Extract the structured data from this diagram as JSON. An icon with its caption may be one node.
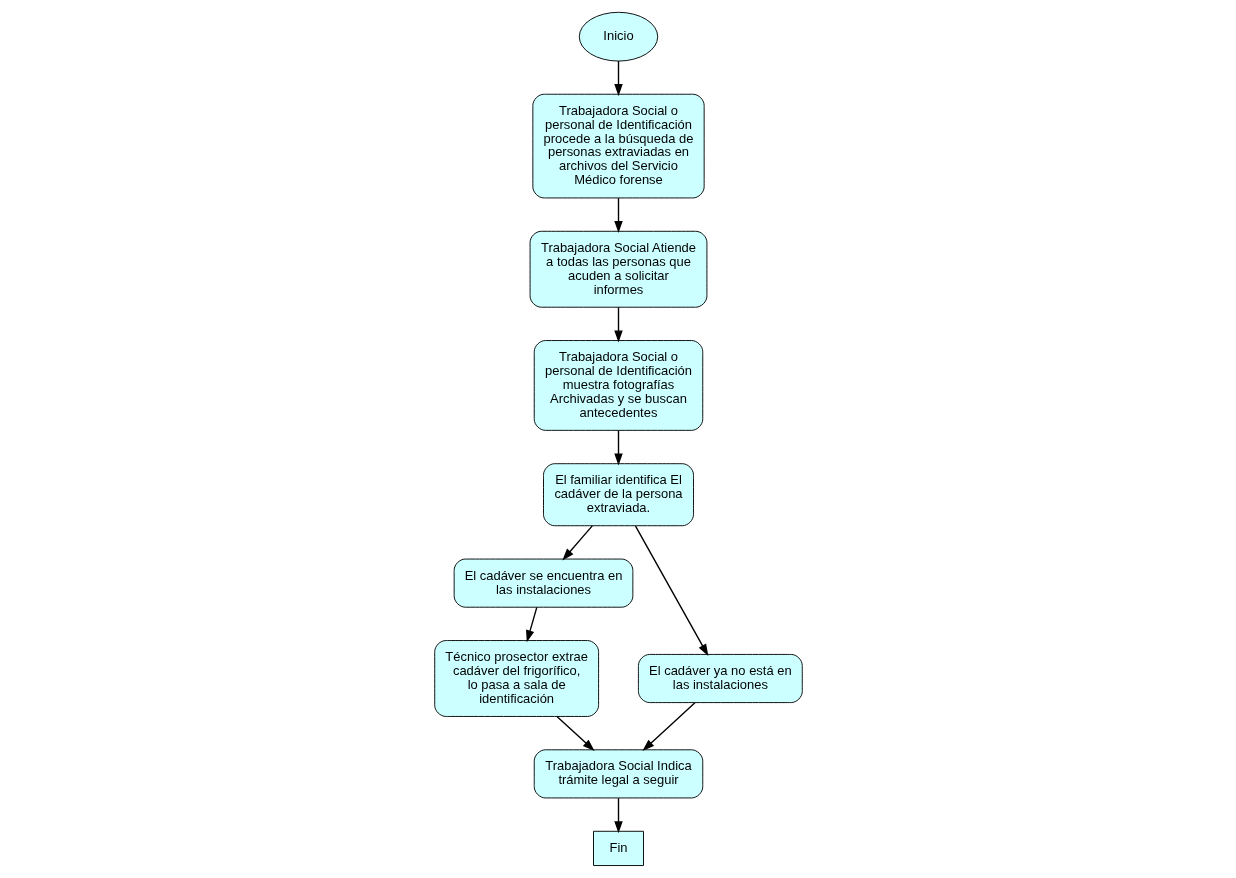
{
  "diagram": {
    "nodes": [
      {
        "text": [
          "Inicio"
        ]
      },
      {
        "text": [
          "Trabajadora Social o personal de Identificación procede a la búsqueda de personas extraviadas en archivos del Servicio Médico forense"
        ]
      },
      {
        "text": [
          "Trabajadora Social Atiende a todas las personas que acuden a solicitar informes"
        ]
      },
      {
        "text": [
          "Trabajadora Social o personal de Identificación muestra fotografías Archivadas y se buscan antecedentes"
        ]
      },
      {
        "text": [
          "El familiar identifica El cadáver de la persona extraviada."
        ]
      },
      {
        "text": [
          "El cadáver se encuentra en las instalaciones"
        ]
      },
      {
        "text": [
          "El cadáver ya no está en las instalaciones"
        ]
      },
      {
        "text": [
          "Técnico prosector extrae cadáver del frigorífico, lo pasa a sala de identificación"
        ]
      },
      {
        "text": [
          "Trabajadora Social Indica trámite legal a seguir"
        ]
      },
      {
        "text": [
          "Fin"
        ]
      }
    ],
    "edges": [
      {
        "from": 0,
        "to": 1,
        "arrow": "to"
      },
      {
        "from": 1,
        "to": 2,
        "arrow": "to"
      },
      {
        "from": 2,
        "to": 3,
        "arrow": "to"
      },
      {
        "from": 3,
        "to": 4,
        "arrow": "to"
      },
      {
        "from": 4,
        "to": 5,
        "arrow": "to"
      },
      {
        "from": 4,
        "to": 6,
        "arrow": "to"
      },
      {
        "from": 5,
        "to": 7,
        "arrow": "to"
      },
      {
        "from": 7,
        "to": 8,
        "arrow": "to"
      },
      {
        "from": 6,
        "to": 8,
        "arrow": "to"
      },
      {
        "from": 8,
        "to": 9,
        "arrow": "to"
      }
    ]
  }
}
